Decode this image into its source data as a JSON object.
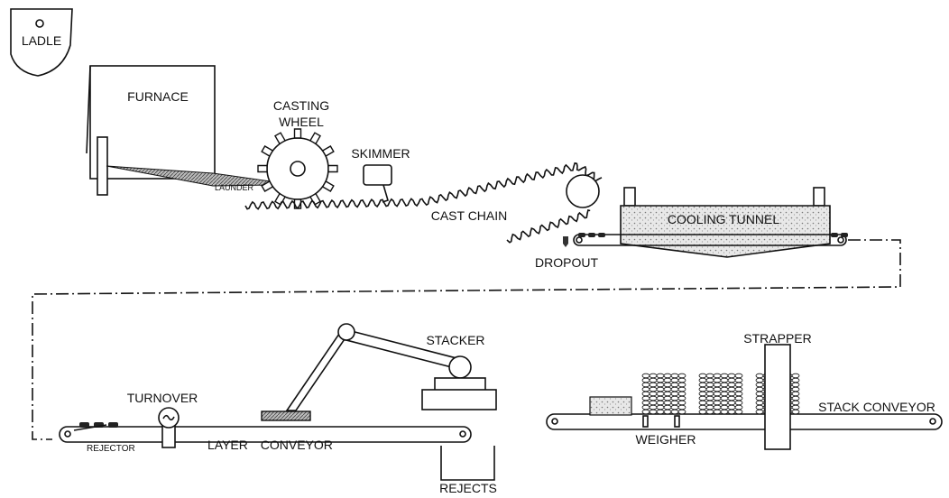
{
  "labels": {
    "ladle": "LADLE",
    "furnace": "FURNACE",
    "launder": "LAUNDER",
    "casting_wheel": "CASTING",
    "casting_wheel_2": "WHEEL",
    "skimmer": "SKIMMER",
    "cast_chain": "CAST CHAIN",
    "cooling_tunnel": "COOLING TUNNEL",
    "dropout": "DROPOUT",
    "stacker": "STACKER",
    "turnover": "TURNOVER",
    "rejector": "REJECTOR",
    "layer_conveyor": "LAYER CONVEYOR",
    "rejects": "REJECTS",
    "strapper": "STRAPPER",
    "stack_conveyor": "STACK CONVEYOR",
    "weigher": "WEIGHER"
  }
}
